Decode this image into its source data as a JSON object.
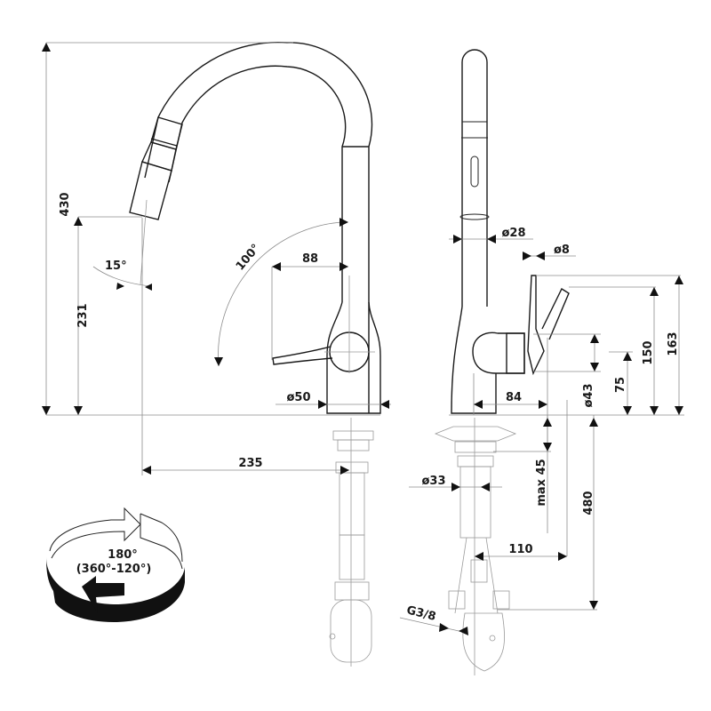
{
  "drawing": {
    "title": "Kitchen faucet with pull-out spray — dimensional drawing",
    "units": "mm",
    "views": [
      "side-view",
      "front-view"
    ]
  },
  "side_view": {
    "dimensions": {
      "total_height": "430",
      "spout_outlet_height": "231",
      "spray_tilt_angle": "15°",
      "lever_swing_angle": "100°",
      "lever_reach": "88",
      "base_diameter": "ø50",
      "spout_reach": "235"
    }
  },
  "front_view": {
    "dimensions": {
      "spout_diameter": "ø28",
      "lever_diameter": "ø8",
      "lever_top_height": "163",
      "lever_tilted_height": "150",
      "handle_axis_height": "75",
      "handle_diameter": "ø43",
      "handle_offset": "84",
      "shank_diameter": "ø33",
      "max_countertop": "max 45",
      "hose_length": "480",
      "hose_offset": "110",
      "connection_thread": "G3/8"
    }
  },
  "rotation_badge": {
    "angle": "180°",
    "detail": "(360°-120°)"
  },
  "colors": {
    "line": "#1a1a1a",
    "dimension_line": "#8c8c8c",
    "ghost_line": "#9a9a9a",
    "background": "#ffffff"
  }
}
